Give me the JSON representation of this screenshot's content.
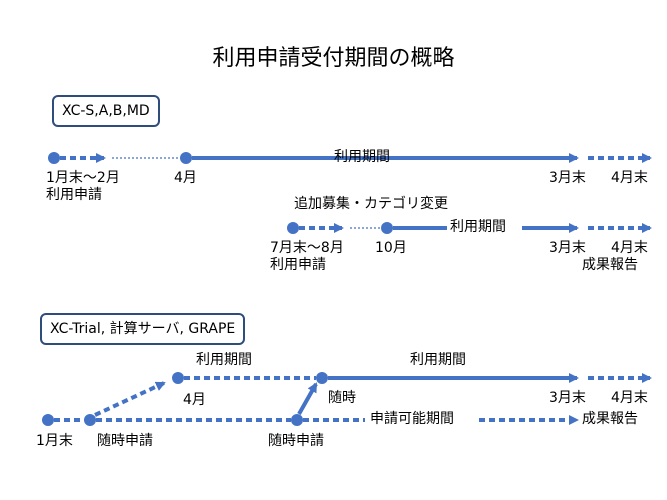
{
  "title": "利用申請受付期間の概略",
  "colors": {
    "line": "#4472c4",
    "box_border": "#2e4d7b"
  },
  "group1": {
    "box": "XC-S,A,B,MD",
    "main": {
      "start_date": "1月末～2月",
      "start_sub": "利用申請",
      "open": "4月",
      "period": "利用期間",
      "end": "3月末",
      "report": "4月末"
    },
    "additional": {
      "heading": "追加募集・カテゴリ変更",
      "start_date": "7月末～8月",
      "start_sub": "利用申請",
      "open": "10月",
      "period": "利用期間",
      "end": "3月末",
      "report": "4月末",
      "report_sub": "成果報告"
    }
  },
  "group2": {
    "box": "XC-Trial, 計算サーバ, GRAPE",
    "start": "1月末",
    "apply1": "随時申請",
    "upper_period": "利用期間",
    "upper_open": "4月",
    "period": "利用期間",
    "open": "随時",
    "end": "3月末",
    "report": "4月末",
    "report_sub": "成果報告",
    "apply2": "随時申請",
    "apply_period": "申請可能期間"
  }
}
